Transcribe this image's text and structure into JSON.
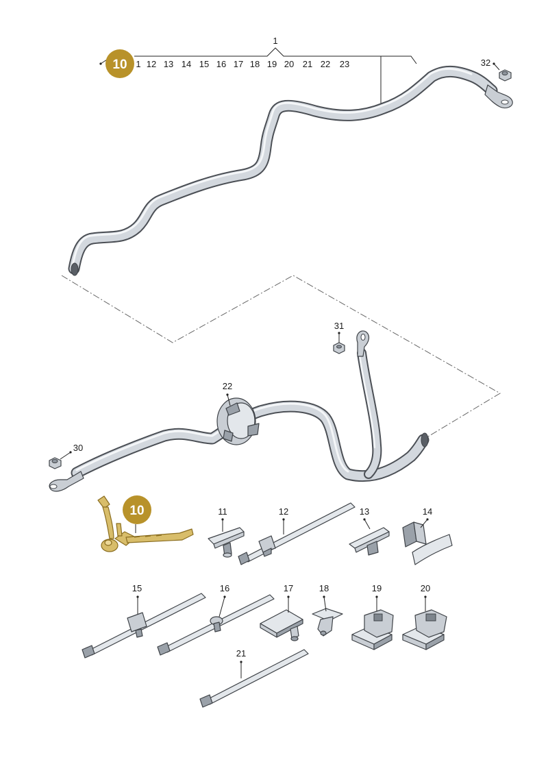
{
  "badge": {
    "number": "10",
    "color": "#b8922a"
  },
  "harness_label": "1",
  "header_sequence": [
    "1",
    "12",
    "13",
    "14",
    "15",
    "16",
    "17",
    "18",
    "19",
    "20",
    "21",
    "22",
    "23"
  ],
  "callouts": {
    "c32": "32",
    "c31": "31",
    "c22": "22",
    "c30": "30",
    "c11": "11",
    "c12": "12",
    "c13": "13",
    "c14": "14",
    "c15": "15",
    "c16": "16",
    "c17": "17",
    "c18": "18",
    "c19": "19",
    "c20": "20",
    "c21": "21"
  },
  "colors": {
    "highlight": "#d8bd6a",
    "metal": "#c9ced4",
    "outline": "#3e4247"
  }
}
